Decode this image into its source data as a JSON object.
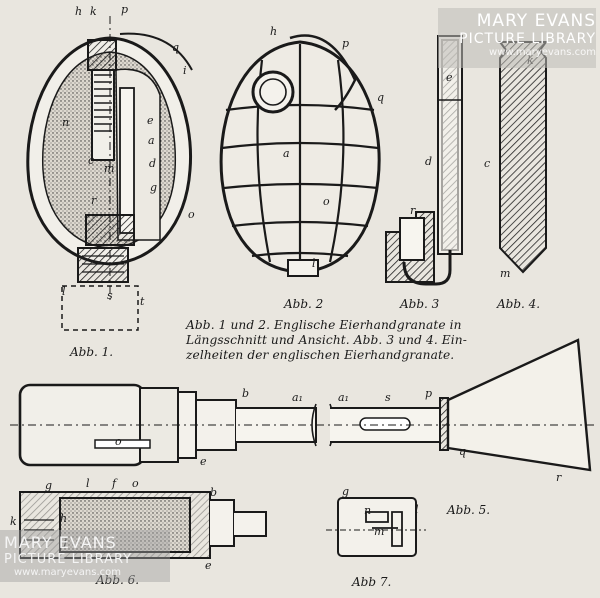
{
  "figures": {
    "fig1": "Abb. 1.",
    "fig2": "Abb. 2",
    "fig3": "Abb. 3",
    "fig4": "Abb. 4.",
    "fig5": "Abb. 5.",
    "fig6": "Abb. 6.",
    "fig7": "Abb 7."
  },
  "caption": {
    "line1": "Abb. 1 und 2.  Englische Eierhandgranate in",
    "line2": "Längsschnitt und Ansicht.  Abb. 3 und 4.  Ein-",
    "line3": "zelheiten der englischen Eierhandgranate."
  },
  "watermark": {
    "name": "MARY EVANS",
    "library": "PICTURE LIBRARY",
    "site": "www.maryevans.com"
  },
  "letters": {
    "h": "h",
    "k": "k",
    "p": "p",
    "q": "q",
    "i": "i",
    "n": "n",
    "e": "e",
    "c": "c",
    "m": "m",
    "a": "a",
    "d": "d",
    "g": "g",
    "r": "r",
    "o": "o",
    "l": "l",
    "s": "s",
    "t": "t",
    "b": "b",
    "f": "f",
    "a1": "a₁"
  }
}
